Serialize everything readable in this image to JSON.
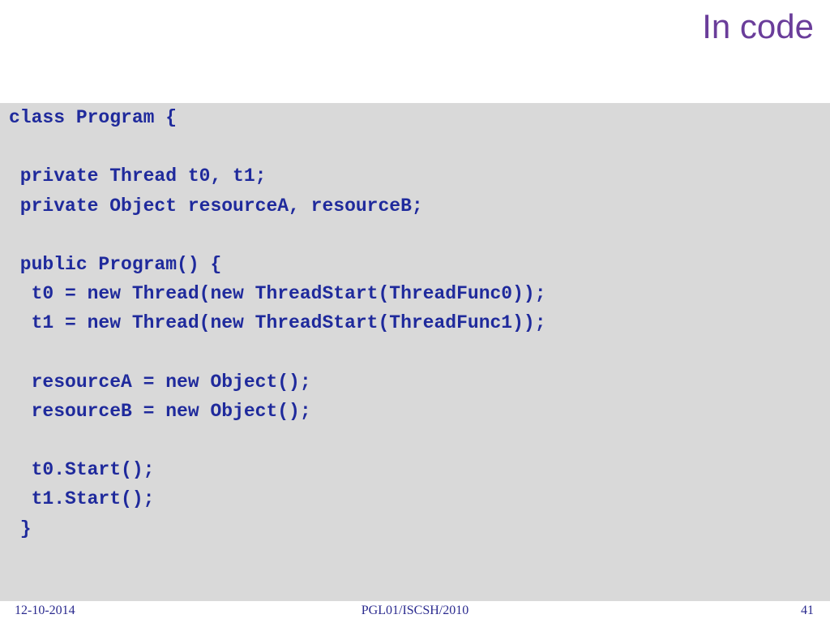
{
  "slide": {
    "title": "In code",
    "code_lines": [
      "class Program {",
      "",
      " private Thread t0, t1;",
      " private Object resourceA, resourceB;",
      "",
      " public Program() {",
      "  t0 = new Thread(new ThreadStart(ThreadFunc0));",
      "  t1 = new Thread(new ThreadStart(ThreadFunc1));",
      "",
      "  resourceA = new Object();",
      "  resourceB = new Object();",
      "",
      "  t0.Start();",
      "  t1.Start();",
      " }"
    ]
  },
  "footer": {
    "date": "12-10-2014",
    "course": "PGL01/ISCSH/2010",
    "page": "41"
  },
  "colors": {
    "title": "#6a3d9a",
    "code_text": "#1f2a9c",
    "code_background": "#d9d9d9",
    "footer_text": "#2b2b8f"
  }
}
